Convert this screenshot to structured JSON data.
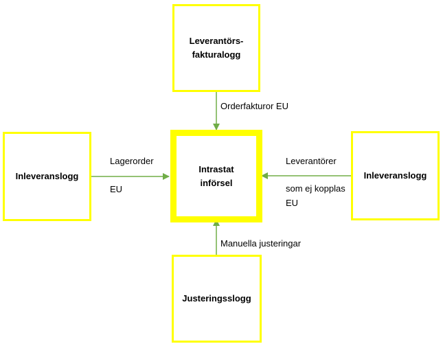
{
  "colors": {
    "box_border": "#ffff00",
    "arrow": "#70ad47"
  },
  "nodes": {
    "supplier_invoice_log": "Leverantörs-\nfakturalogg",
    "intrastat_input": "Intrastat\ninförsel",
    "inbound_log_left": "Inleveranslogg",
    "inbound_log_right": "Inleveranslogg",
    "adjustment_log": "Justeringsslogg"
  },
  "edges": {
    "top": "Orderfakturor EU",
    "left_line1": "Lagerorder",
    "left_line2": "EU",
    "right_line1": "Leverantörer",
    "right_line2": "som ej kopplas",
    "right_line3": "EU",
    "bottom": "Manuella justeringar"
  }
}
